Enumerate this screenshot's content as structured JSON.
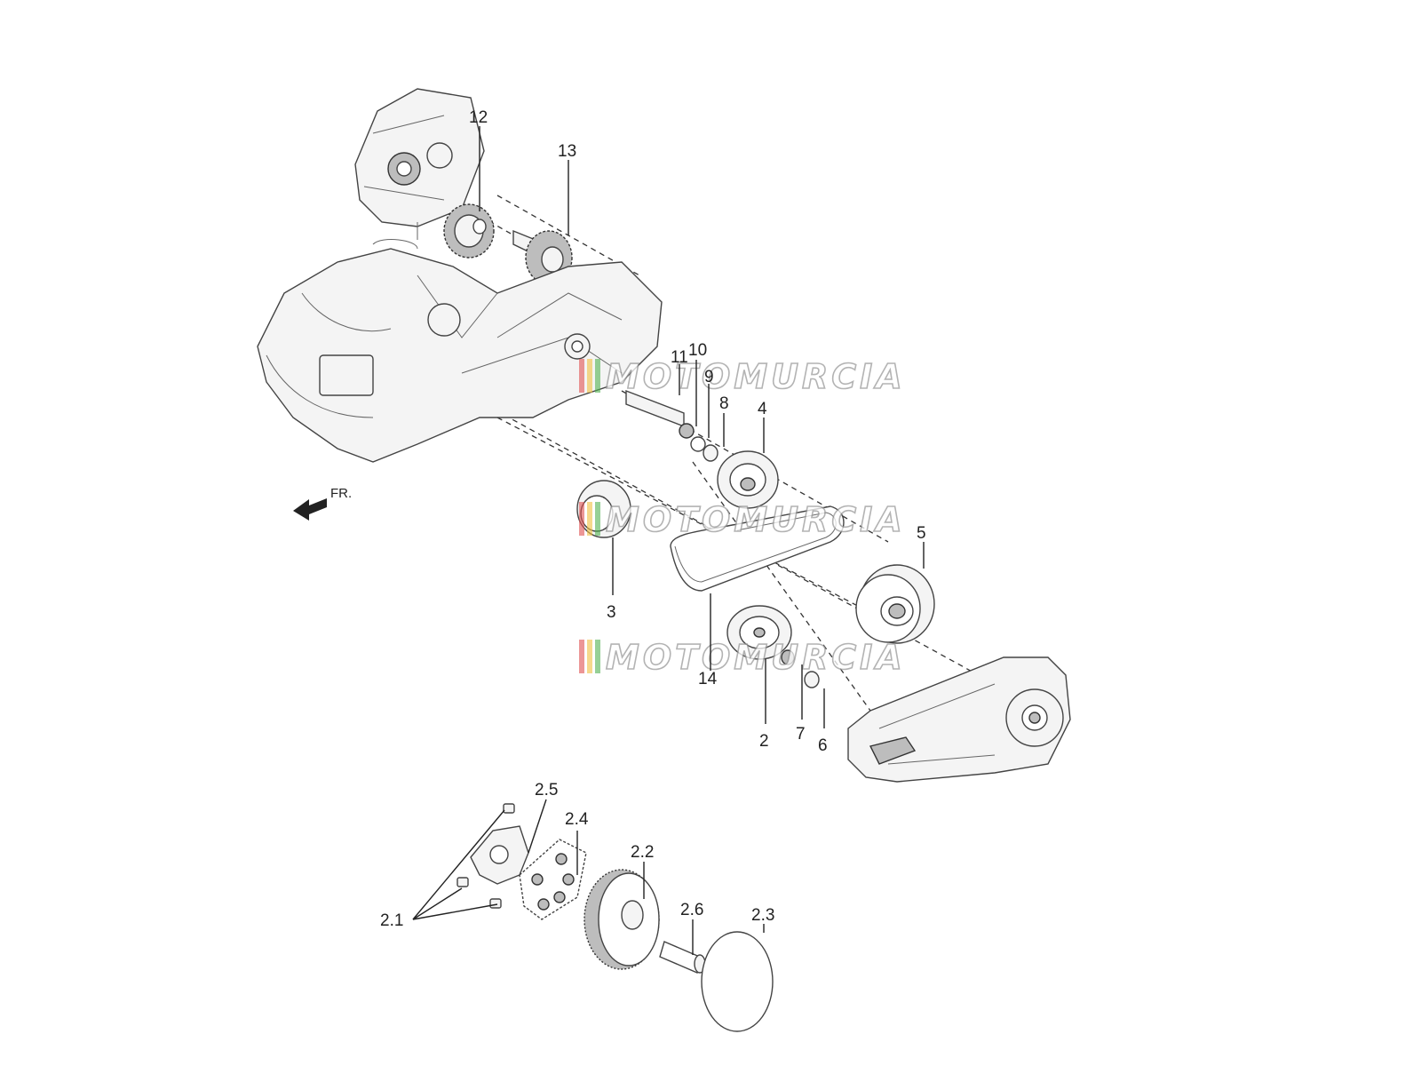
{
  "diagram": {
    "direction_label": "FR.",
    "watermark": "MOTOMURCIA",
    "callouts": [
      {
        "id": "12",
        "label": "12"
      },
      {
        "id": "13",
        "label": "13"
      },
      {
        "id": "11",
        "label": "11"
      },
      {
        "id": "10",
        "label": "10"
      },
      {
        "id": "9",
        "label": "9"
      },
      {
        "id": "8",
        "label": "8"
      },
      {
        "id": "4",
        "label": "4"
      },
      {
        "id": "5",
        "label": "5"
      },
      {
        "id": "3",
        "label": "3"
      },
      {
        "id": "14",
        "label": "14"
      },
      {
        "id": "2",
        "label": "2"
      },
      {
        "id": "7",
        "label": "7"
      },
      {
        "id": "6",
        "label": "6"
      },
      {
        "id": "2_5",
        "label": "2.5"
      },
      {
        "id": "2_4",
        "label": "2.4"
      },
      {
        "id": "2_2",
        "label": "2.2"
      },
      {
        "id": "2_6",
        "label": "2.6"
      },
      {
        "id": "2_3",
        "label": "2.3"
      },
      {
        "id": "2_1",
        "label": "2.1"
      }
    ]
  }
}
